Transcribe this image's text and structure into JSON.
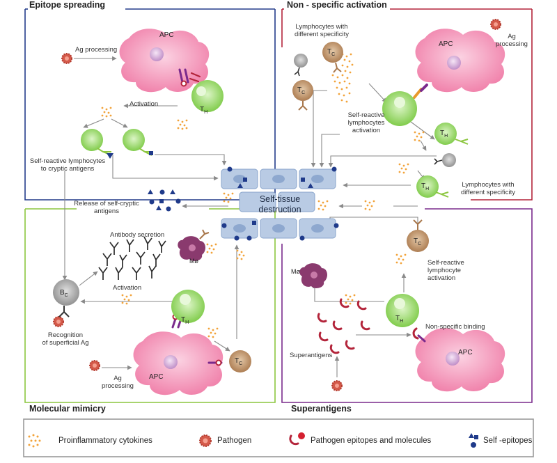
{
  "panels": {
    "epitope_spreading": "Epitope spreading",
    "non_specific_activation": "Non - specific activation",
    "molecular_mimicry": "Molecular mimicry",
    "superantigens": "Superantigens"
  },
  "colors": {
    "epitope": "#1f3a8a",
    "non_specific": "#b3243a",
    "mimicry": "#8cc63f",
    "superantigen": "#7a2a8c",
    "apc": "#f28db2",
    "th": "#8ed65a",
    "tc": "#b5865a",
    "bc": "#9b9b9b",
    "macrophage": "#8a3a6e",
    "tissue": "#b9cbe4",
    "cytokine": "#f2a33a"
  },
  "labels": {
    "apc": "APC",
    "th": "T",
    "th_sub": "H",
    "tc": "T",
    "tc_sub": "C",
    "bc": "B",
    "bc_sub": "C",
    "mo": "Mø"
  },
  "center": {
    "line1": "Self-tissue",
    "line2": "destruction"
  },
  "epitope": {
    "ag_processing": "Ag processing",
    "activation": "Activation",
    "cryptic_line1": "Self-reactive lymphocytes",
    "cryptic_line2": "to cryptic antigens",
    "release_line1": "Release of self-cryptic",
    "release_line2": "antigens"
  },
  "nonspecific": {
    "diff_spec_line1": "Lymphocytes with",
    "diff_spec_line2": "different specificity",
    "ag_line1": "Ag",
    "ag_line2": "processing",
    "self_reactive_line1": "Self-reactive",
    "self_reactive_line2": "lymphocytes",
    "self_reactive_line3": "activation",
    "diff_spec2_line1": "Lymphocytes with",
    "diff_spec2_line2": "different specificity"
  },
  "mimicry": {
    "antibody_secretion": "Antibody secretion",
    "activation": "Activation",
    "recognition_line1": "Recognition",
    "recognition_line2": "of superficial Ag",
    "ag_line1": "Ag",
    "ag_line2": "processing"
  },
  "superantigens_panel": {
    "self_reactive_line1": "Self-reactive",
    "self_reactive_line2": "lymphocyte",
    "self_reactive_line3": "activation",
    "non_specific_binding": "Non-specific binding",
    "superantigens": "Superantigens"
  },
  "legend": {
    "cytokines": "Proinflammatory cytokines",
    "pathogen": "Pathogen",
    "pathogen_epitopes": "Pathogen epitopes and molecules",
    "self_epitopes": "Self -epitopes"
  }
}
